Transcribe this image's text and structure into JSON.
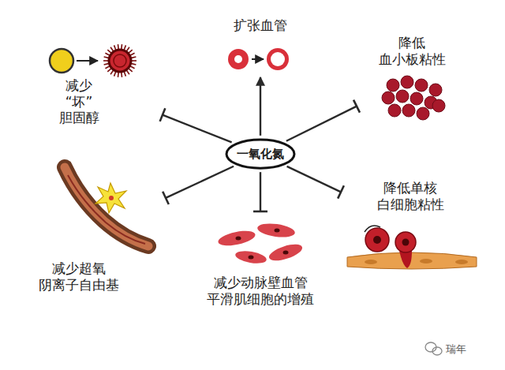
{
  "diagram": {
    "nodes": [
      {
        "text": [
          "减少 “坏” 胆固醇"
        ]
      },
      {
        "text": [
          "扩张血管"
        ]
      },
      {
        "text": [
          "降低 血小板粘性"
        ]
      },
      {
        "text": [
          "一氧化氮"
        ]
      },
      {
        "text": [
          "减少超氧 阴离子自由基"
        ]
      },
      {
        "text": [
          "降低单核 白细胞粘性"
        ]
      },
      {
        "text": [
          "减少动脉壁血管 平滑肌细胞的增殖"
        ]
      }
    ],
    "edges": [
      {
        "from": 3,
        "to": 1,
        "arrow": "to"
      },
      {
        "from": 3,
        "to": 2,
        "arrow": "to"
      },
      {
        "from": 3,
        "to": 0,
        "arrow": "to"
      },
      {
        "from": 3,
        "to": 4,
        "arrow": "to"
      },
      {
        "from": 3,
        "to": 5,
        "arrow": "to"
      },
      {
        "from": 3,
        "to": 6,
        "arrow": "to"
      }
    ],
    "labels": [
      "瑞年"
    ]
  }
}
